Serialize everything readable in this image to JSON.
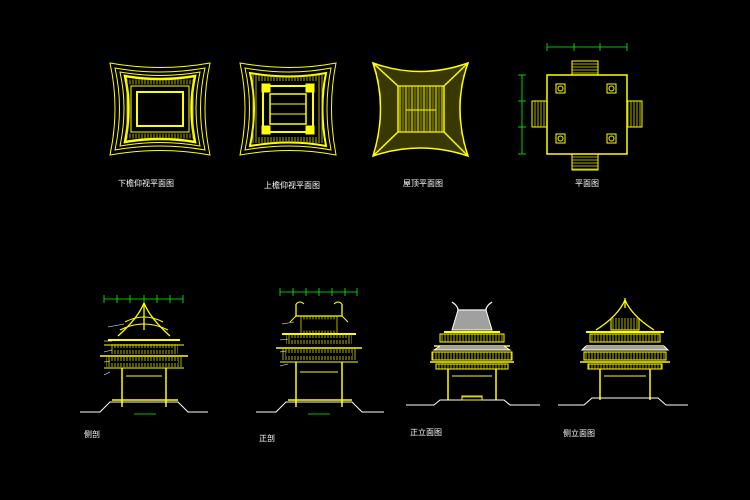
{
  "drawing": {
    "background": "#000000",
    "line_color": "#ffff00",
    "dim_color": "#00ff00",
    "views": {
      "lower_eave_plan": "下檐仰视平面图",
      "upper_eave_plan": "上檐仰视平面图",
      "roof_plan": "屋顶平面图",
      "floor_plan": "平面图",
      "side_section": "侧剖",
      "front_section": "正剖",
      "front_elevation": "正立面图",
      "side_elevation": "侧立面图"
    }
  }
}
